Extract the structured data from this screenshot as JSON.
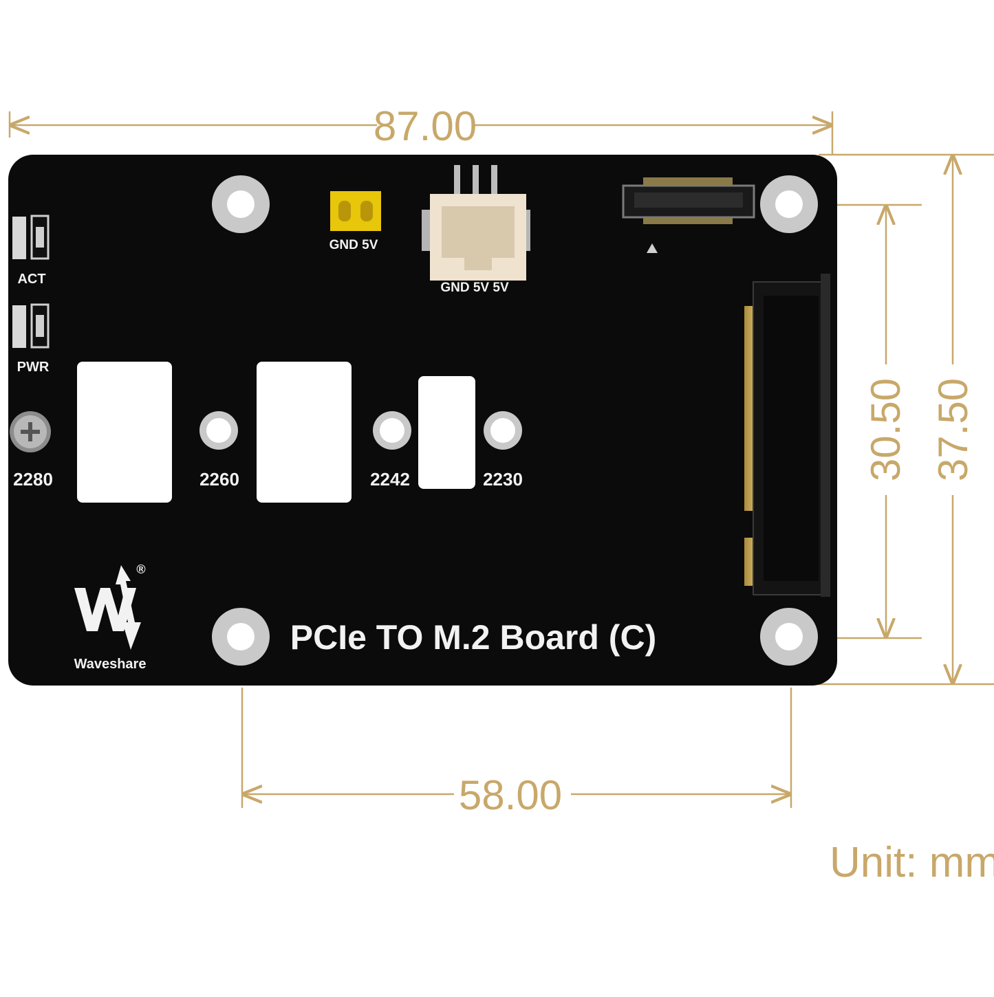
{
  "dimensions": {
    "width_total": "87.00",
    "width_holes": "58.00",
    "height_total": "37.50",
    "height_holes": "30.50",
    "unit_label": "Unit: mm"
  },
  "board": {
    "title": "PCIe TO M.2 Board (C)",
    "brand": "Waveshare",
    "registered_mark": "®",
    "header_label": "GND 5V",
    "connector_label": "GND 5V 5V",
    "led_act": "ACT",
    "led_pwr": "PWR",
    "size_2280": "2280",
    "size_2260": "2260",
    "size_2242": "2242",
    "size_2230": "2230"
  },
  "colors": {
    "dimension": "#c8a86a",
    "board": "#0b0b0b",
    "silkscreen": "#f2f2f2",
    "gold": "#e8c60a"
  }
}
